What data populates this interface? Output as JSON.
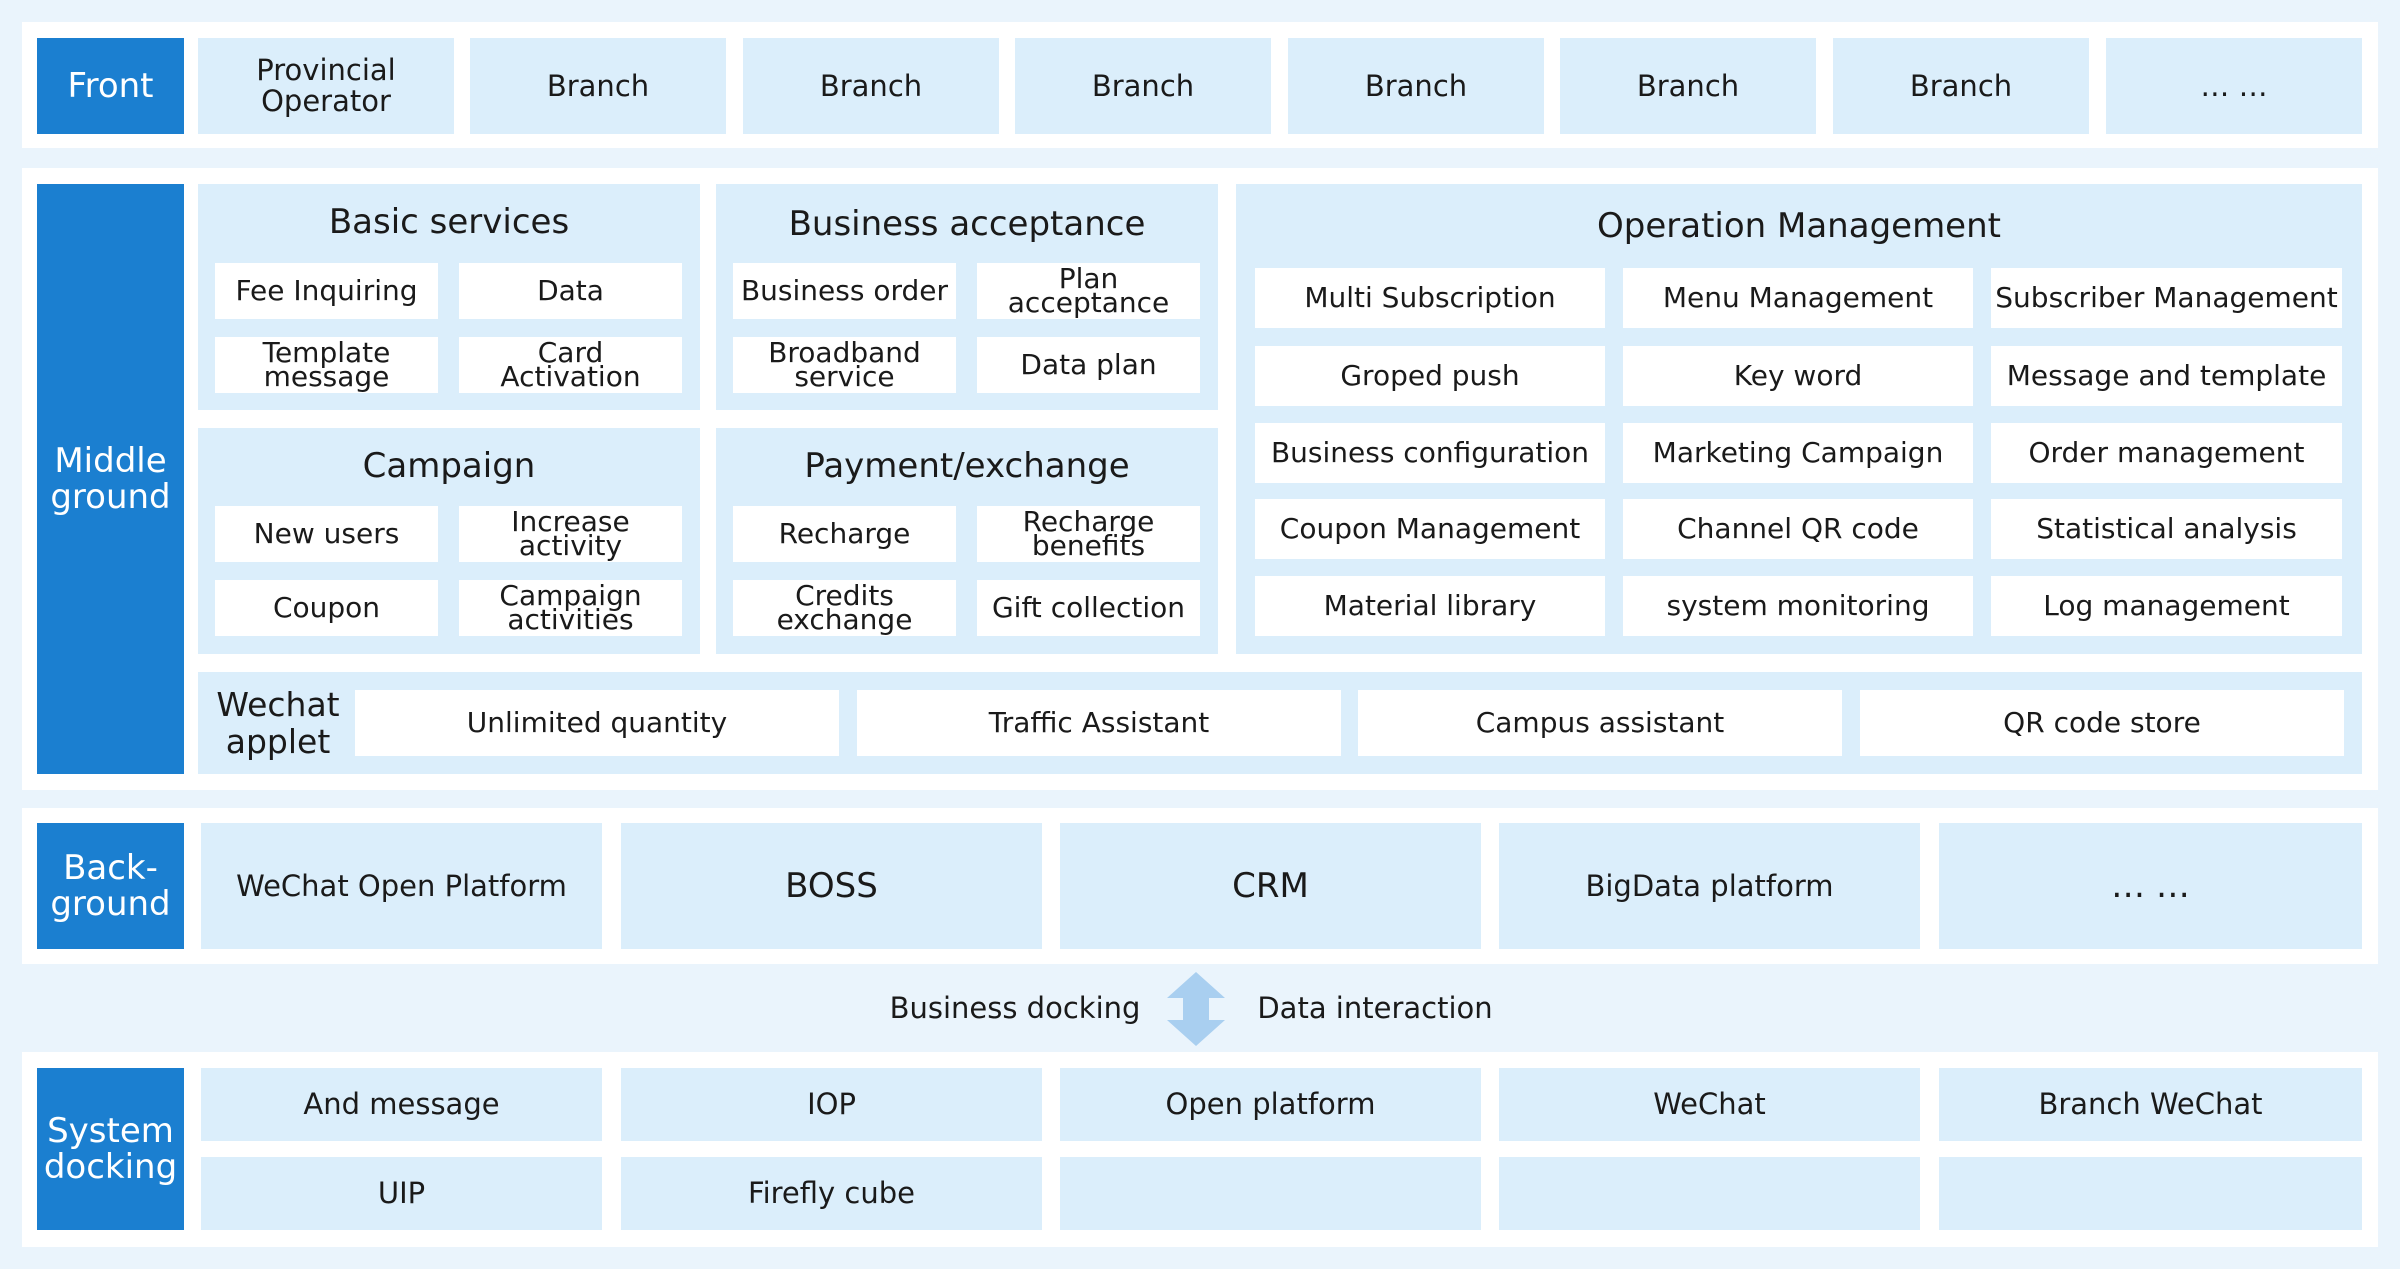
{
  "front": {
    "label": "Front",
    "items": [
      "Provincial\nOperator",
      "Branch",
      "Branch",
      "Branch",
      "Branch",
      "Branch",
      "Branch",
      "… …"
    ]
  },
  "middle": {
    "label": "Middle\nground",
    "basic_services": {
      "title": "Basic services",
      "items": [
        "Fee Inquiring",
        "Data",
        "Template\nmessage",
        "Card\nActivation"
      ]
    },
    "business_acceptance": {
      "title": "Business acceptance",
      "items": [
        "Business order",
        "Plan\nacceptance",
        "Broadband\nservice",
        "Data plan"
      ]
    },
    "campaign": {
      "title": "Campaign",
      "items": [
        "New users",
        "Increase activity",
        "Coupon",
        "Campaign\nactivities"
      ]
    },
    "payment": {
      "title": "Payment/exchange",
      "items": [
        "Recharge",
        "Recharge\nbenefits",
        "Credits\nexchange",
        "Gift collection"
      ]
    },
    "operation": {
      "title": "Operation Management",
      "items": [
        "Multi Subscription",
        "Menu Management",
        "Subscriber Management",
        "Groped push",
        "Key word",
        "Message and template",
        "Business configuration",
        "Marketing Campaign",
        "Order management",
        "Coupon Management",
        "Channel QR code",
        "Statistical analysis",
        "Material library",
        "system monitoring",
        "Log management"
      ]
    },
    "wechat_applet": {
      "label": "Wechat\napplet",
      "items": [
        "Unlimited quantity",
        "Traffic Assistant",
        "Campus assistant",
        "QR code store"
      ]
    }
  },
  "background": {
    "label": "Back-\nground",
    "items": [
      "WeChat Open Platform",
      "BOSS",
      "CRM",
      "BigData platform",
      "… …"
    ]
  },
  "connector": {
    "left": "Business docking",
    "right": "Data interaction"
  },
  "system_docking": {
    "label": "System\ndocking",
    "row1": [
      "And message",
      "IOP",
      "Open platform",
      "WeChat",
      "Branch WeChat"
    ],
    "row2": [
      "UIP",
      "Firefly cube",
      "",
      "",
      ""
    ]
  },
  "colors": {
    "label_bg": "#1b7fd0",
    "cell_bg": "#dbeefb",
    "page_bg": "#eaf4fc",
    "arrow": "#a9cff0"
  }
}
